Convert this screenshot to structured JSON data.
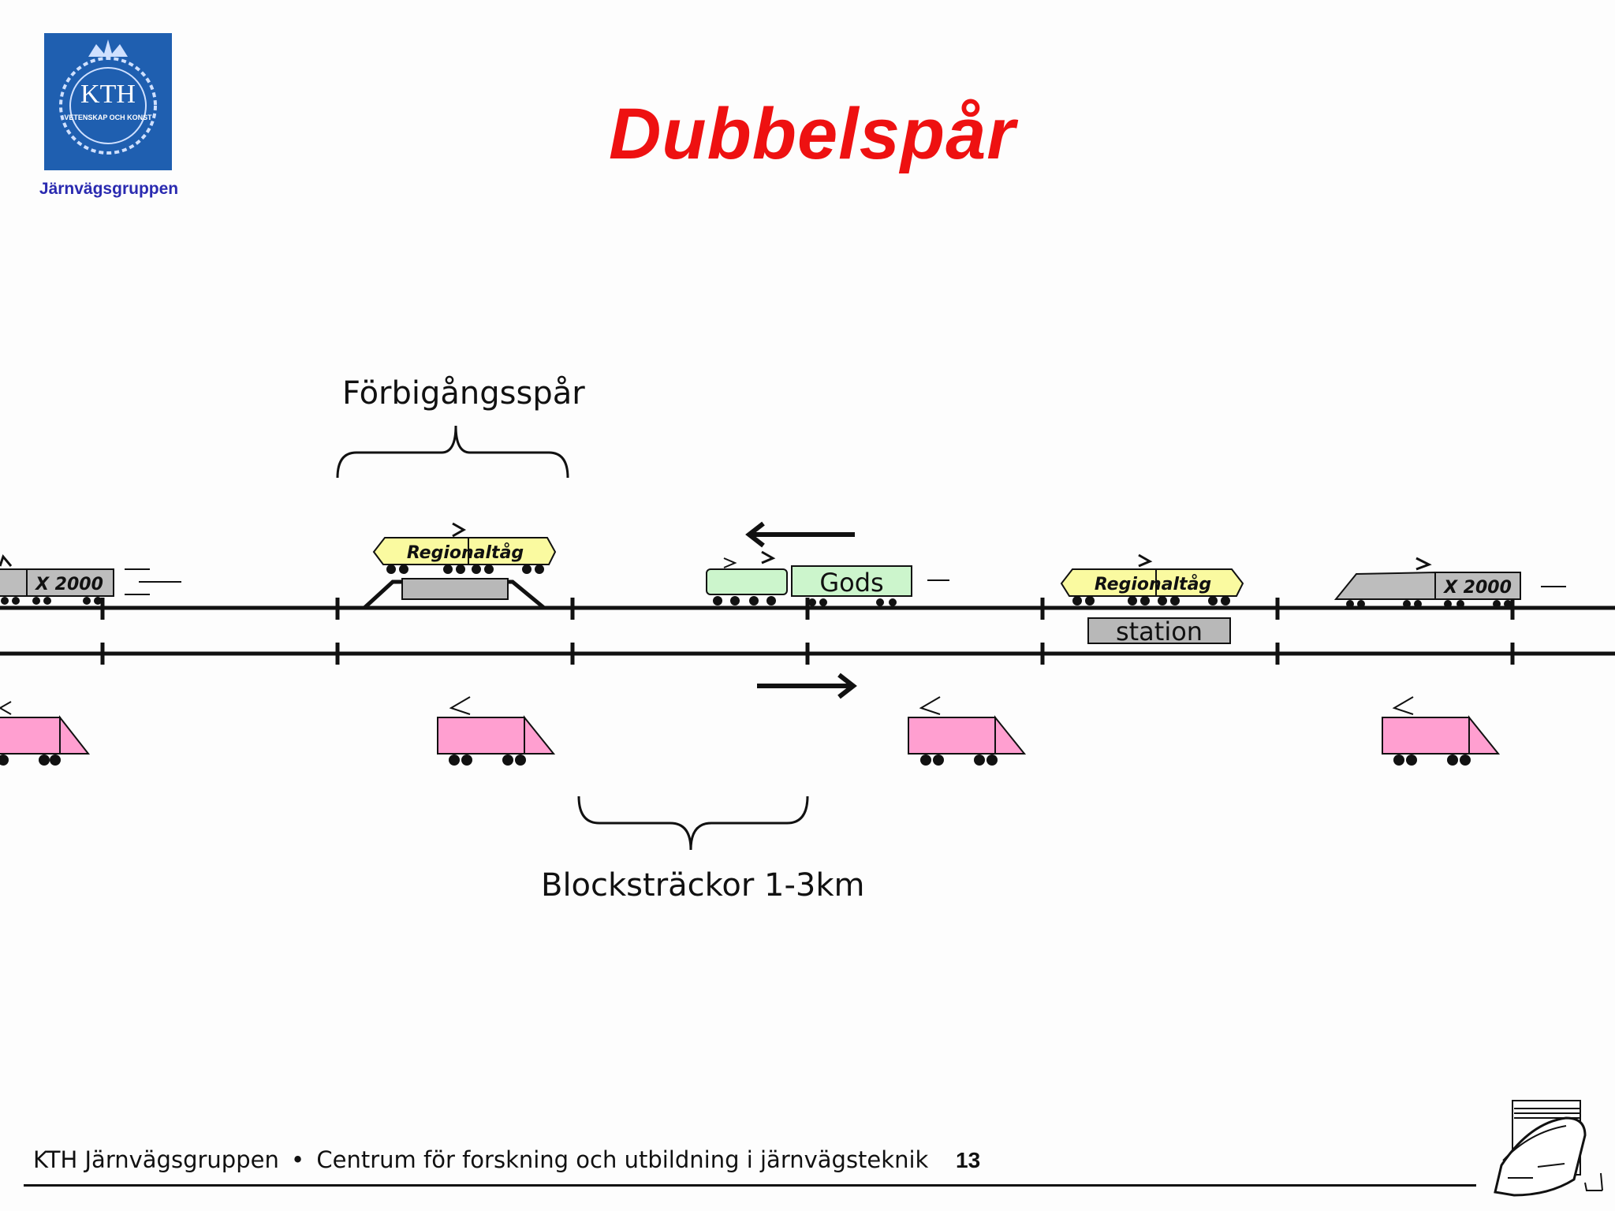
{
  "logo": {
    "text": "KTH",
    "motto": "VETENSKAP OCH KONST",
    "subtitle": "Järnvägsgruppen",
    "colors": {
      "background": "#1f5fb0",
      "subtitle": "#2a2ab0"
    }
  },
  "title": "Dubbelspår",
  "title_color": "#ee1111",
  "diagram": {
    "upper_label": "Förbigångsspår",
    "lower_label": "Blocksträckor 1-3km",
    "train_labels": {
      "x2000_left": "X 2000",
      "regional_siding": "Regionaltåg",
      "freight": "Gods",
      "regional_station": "Regionaltåg",
      "x2000_right": "X 2000"
    },
    "station_label": "station",
    "colors": {
      "x2000": "#bdbdbd",
      "regional": "#fafaa0",
      "freight": "#ccf5cc",
      "lower_trains": "#ff9fd0",
      "station": "#b8b8b8"
    },
    "icons": [
      "arrow-left-icon",
      "arrow-right-icon",
      "pantograph-icon",
      "high-speed-train-icon"
    ]
  },
  "footer": {
    "org": "KTH Järnvägsgruppen",
    "separator": "•",
    "description": "Centrum för forskning och utbildning i järnvägsteknik",
    "page_number": "13"
  }
}
